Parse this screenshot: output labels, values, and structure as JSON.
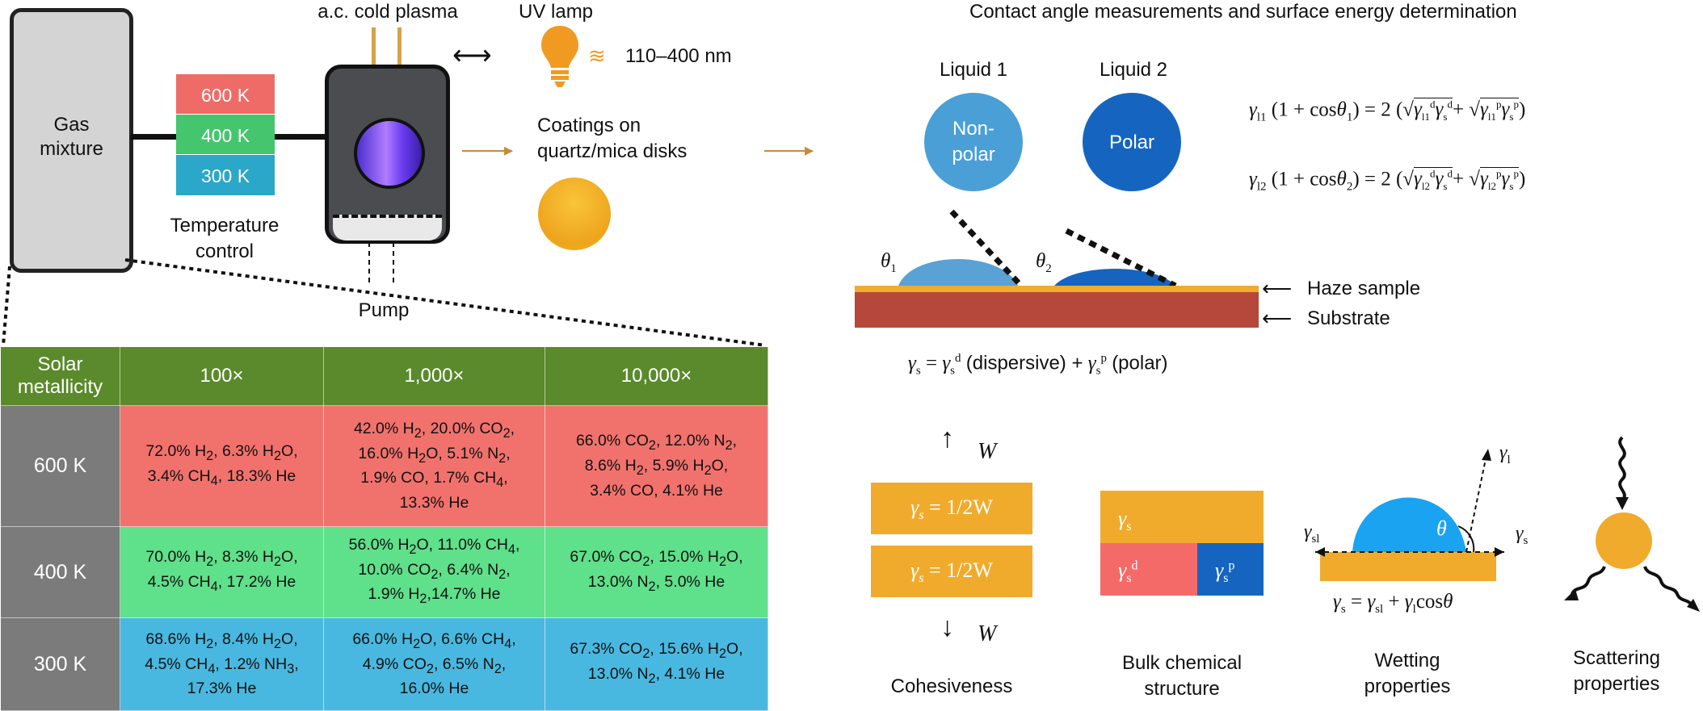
{
  "left": {
    "gas_label": [
      "Gas",
      "mixture"
    ],
    "temps": [
      "600 K",
      "400 K",
      "300 K"
    ],
    "temp_colors": [
      "#ef6b67",
      "#45c56d",
      "#2aa7c9"
    ],
    "temp_control": [
      "Temperature",
      "control"
    ],
    "plasma_label": "a.c. cold plasma",
    "pump_label": "Pump",
    "uv_lamp_label": "UV lamp",
    "uv_range": "110–400 nm",
    "coatings_label": [
      "Coatings on",
      "quartz/mica disks"
    ]
  },
  "table": {
    "corner": [
      "Solar",
      "metallicity"
    ],
    "columns": [
      "100×",
      "1,000×",
      "10,000×"
    ],
    "rows": [
      {
        "label": "600 K",
        "cells": [
          [
            "72.0% H<sub>2</sub>, 6.3% H<sub>2</sub>O,",
            "3.4% CH<sub>4</sub>, 18.3% He"
          ],
          [
            "42.0% H<sub>2</sub>, 20.0% CO<sub>2</sub>,",
            "16.0% H<sub>2</sub>O, 5.1% N<sub>2</sub>,",
            "1.9% CO, 1.7% CH<sub>4</sub>,",
            "13.3% He"
          ],
          [
            "66.0% CO<sub>2</sub>, 12.0% N<sub>2</sub>,",
            "8.6% H<sub>2</sub>, 5.9% H<sub>2</sub>O,",
            "3.4% CO, 4.1% He"
          ]
        ]
      },
      {
        "label": "400 K",
        "cells": [
          [
            "70.0% H<sub>2</sub>, 8.3% H<sub>2</sub>O,",
            "4.5% CH<sub>4</sub>, 17.2% He"
          ],
          [
            "56.0% H<sub>2</sub>O, 11.0% CH<sub>4</sub>,",
            "10.0% CO<sub>2</sub>, 6.4% N<sub>2</sub>,",
            "1.9% H<sub>2</sub>,14.7% He"
          ],
          [
            "67.0% CO<sub>2</sub>, 15.0% H<sub>2</sub>O,",
            "13.0% N<sub>2</sub>, 5.0% He"
          ]
        ]
      },
      {
        "label": "300 K",
        "cells": [
          [
            "68.6% H<sub>2</sub>, 8.4% H<sub>2</sub>O,",
            "4.5% CH<sub>4</sub>, 1.2% NH<sub>3</sub>,",
            "17.3% He"
          ],
          [
            "66.0% H<sub>2</sub>O, 6.6% CH<sub>4</sub>,",
            "4.9% CO<sub>2</sub>, 6.5% N<sub>2</sub>,",
            "16.0% He"
          ],
          [
            "67.3% CO<sub>2</sub>, 15.6% H<sub>2</sub>O,",
            "13.0% N<sub>2</sub>, 4.1% He"
          ]
        ]
      }
    ]
  },
  "right": {
    "title": "Contact angle measurements and surface energy determination",
    "liquid1_label": "Liquid 1",
    "liquid2_label": "Liquid 2",
    "liquid1_text": [
      "Non-",
      "polar"
    ],
    "liquid2_text": "Polar",
    "theta1": "θ",
    "theta1_sub": "1",
    "theta2": "θ",
    "theta2_sub": "2",
    "haze_sample": "Haze sample",
    "substrate": "Substrate",
    "w_label": "W",
    "cohesion_box": "γ",
    "cohesion_box_rhs": "= 1/2W",
    "chem_gamma": "γ",
    "labels_bottom": {
      "cohesiveness": "Cohesiveness",
      "bulk": [
        "Bulk chemical",
        "structure"
      ],
      "wetting": [
        "Wetting",
        "properties"
      ],
      "scattering": [
        "Scattering",
        "properties"
      ]
    }
  },
  "colors": {
    "table_header": "#5a8a2b",
    "row_label": "#7b7b7b",
    "row600": "#f1726d",
    "row400": "#5fe08a",
    "row300": "#49b8e0",
    "orange": "#f0ab2d",
    "liquid1": "#4a9fd6",
    "liquid2": "#1565c0",
    "substrate": "#b5483a"
  }
}
